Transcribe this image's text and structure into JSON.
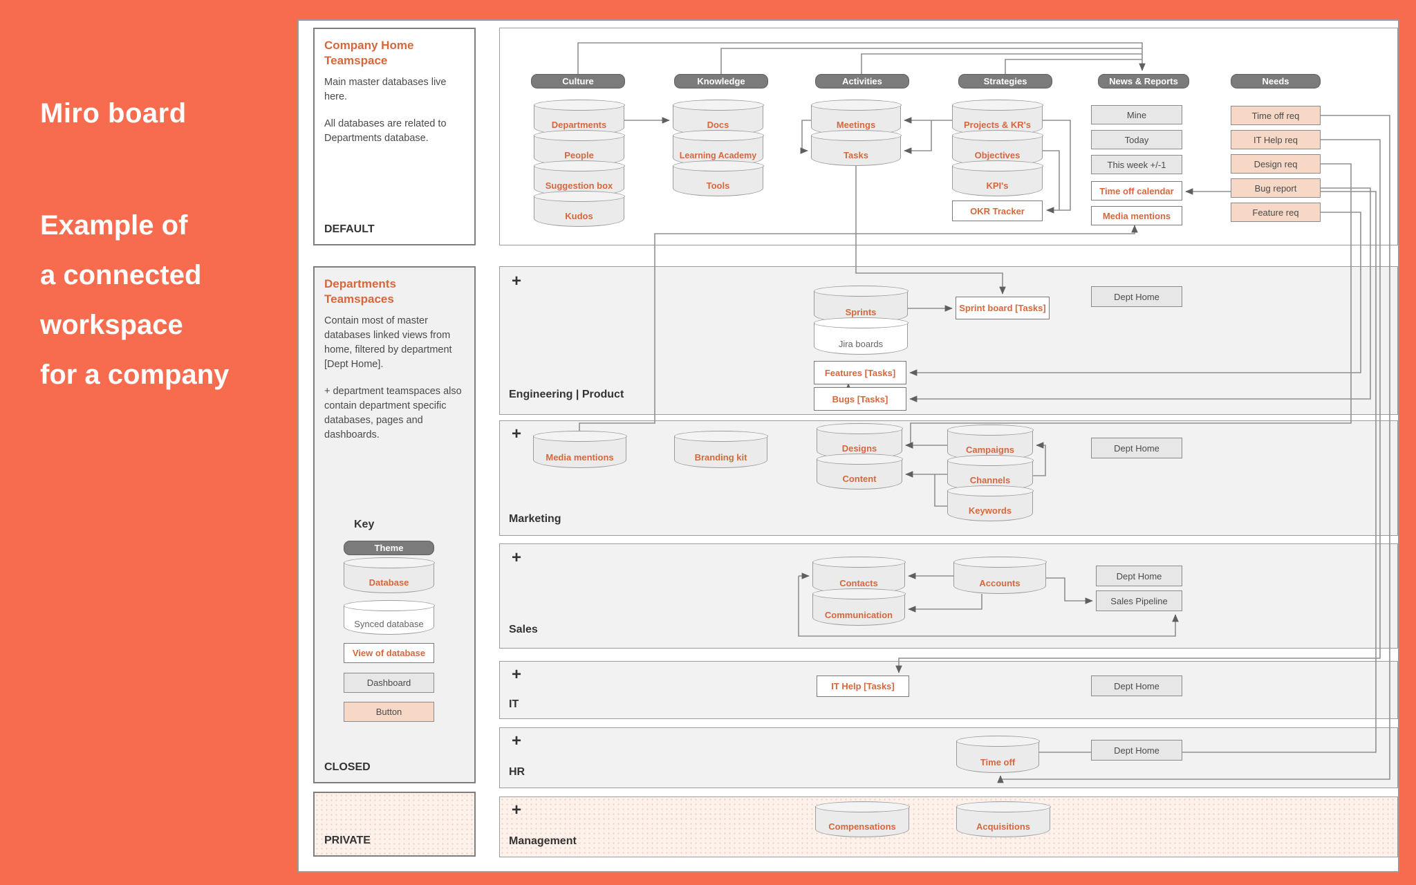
{
  "colors": {
    "canvas_orange": "#f76c4f",
    "accent_orange": "#d6673c",
    "theme_pill_gray": "#7b7b7b",
    "button_peach": "#f7d8c6",
    "row_gray": "#f2f2f2",
    "private_pink": "#fdf1ec"
  },
  "sidebar": {
    "heading": "Miro board",
    "subtitle_line1": "Example of",
    "subtitle_line2": "a connected",
    "subtitle_line3": "workspace",
    "subtitle_line4": "for a company"
  },
  "panels": {
    "company_home": {
      "title": "Company Home Teamspace",
      "para1": "Main master databases live here.",
      "para2": "All databases are related to Departments database.",
      "footer": "DEFAULT"
    },
    "departments": {
      "title": "Departments Teamspaces",
      "para1": "Contain most of master databases linked views from home, filtered by department [Dept Home].",
      "para2": "+ department teamspaces also contain department specific databases, pages and dashboards.",
      "key_title": "Key",
      "key": {
        "theme": "Theme",
        "database": "Database",
        "synced": "Synced database",
        "view": "View of database",
        "dashboard": "Dashboard",
        "button": "Button"
      },
      "footer": "CLOSED"
    },
    "private": {
      "footer": "PRIVATE"
    }
  },
  "home": {
    "themes": {
      "culture": "Culture",
      "knowledge": "Knowledge",
      "activities": "Activities",
      "strategies": "Strategies",
      "news": "News & Reports",
      "needs": "Needs"
    },
    "culture": {
      "db1": "Departments",
      "db2": "People",
      "db3": "Suggestion box",
      "db4": "Kudos"
    },
    "knowledge": {
      "db1": "Docs",
      "db2": "Learning Academy",
      "db3": "Tools"
    },
    "activities": {
      "db1": "Meetings",
      "db2": "Tasks"
    },
    "strategies": {
      "db1": "Projects & KR's",
      "db2": "Objectives",
      "db3": "KPI's",
      "view1": "OKR Tracker"
    },
    "news": {
      "dash1": "Mine",
      "dash2": "Today",
      "dash3": "This week +/-1",
      "view1": "Time off calendar",
      "view2": "Media mentions"
    },
    "needs": {
      "btn1": "Time off req",
      "btn2": "IT Help req",
      "btn3": "Design req",
      "btn4": "Bug report",
      "btn5": "Feature req"
    }
  },
  "rows": {
    "engineering": {
      "plus": "+",
      "label": "Engineering | Product",
      "db1": "Sprints",
      "synced1": "Jira boards",
      "view1": "Features [Tasks]",
      "view2": "Bugs [Tasks]",
      "view3": "Sprint board [Tasks]",
      "dash1": "Dept Home"
    },
    "marketing": {
      "plus": "+",
      "label": "Marketing",
      "db1": "Media mentions",
      "db2": "Branding kit",
      "db3": "Designs",
      "db4": "Content",
      "db5": "Campaigns",
      "db6": "Channels",
      "db7": "Keywords",
      "dash1": "Dept Home"
    },
    "sales": {
      "plus": "+",
      "label": "Sales",
      "db1": "Contacts",
      "db2": "Communication",
      "db3": "Accounts",
      "dash1": "Dept Home",
      "dash2": "Sales Pipeline"
    },
    "it": {
      "plus": "+",
      "label": "IT",
      "view1": "IT Help [Tasks]",
      "dash1": "Dept Home"
    },
    "hr": {
      "plus": "+",
      "label": "HR",
      "db1": "Time off",
      "dash1": "Dept Home"
    },
    "management": {
      "plus": "+",
      "label": "Management",
      "db1": "Compensations",
      "db2": "Acquisitions"
    }
  }
}
